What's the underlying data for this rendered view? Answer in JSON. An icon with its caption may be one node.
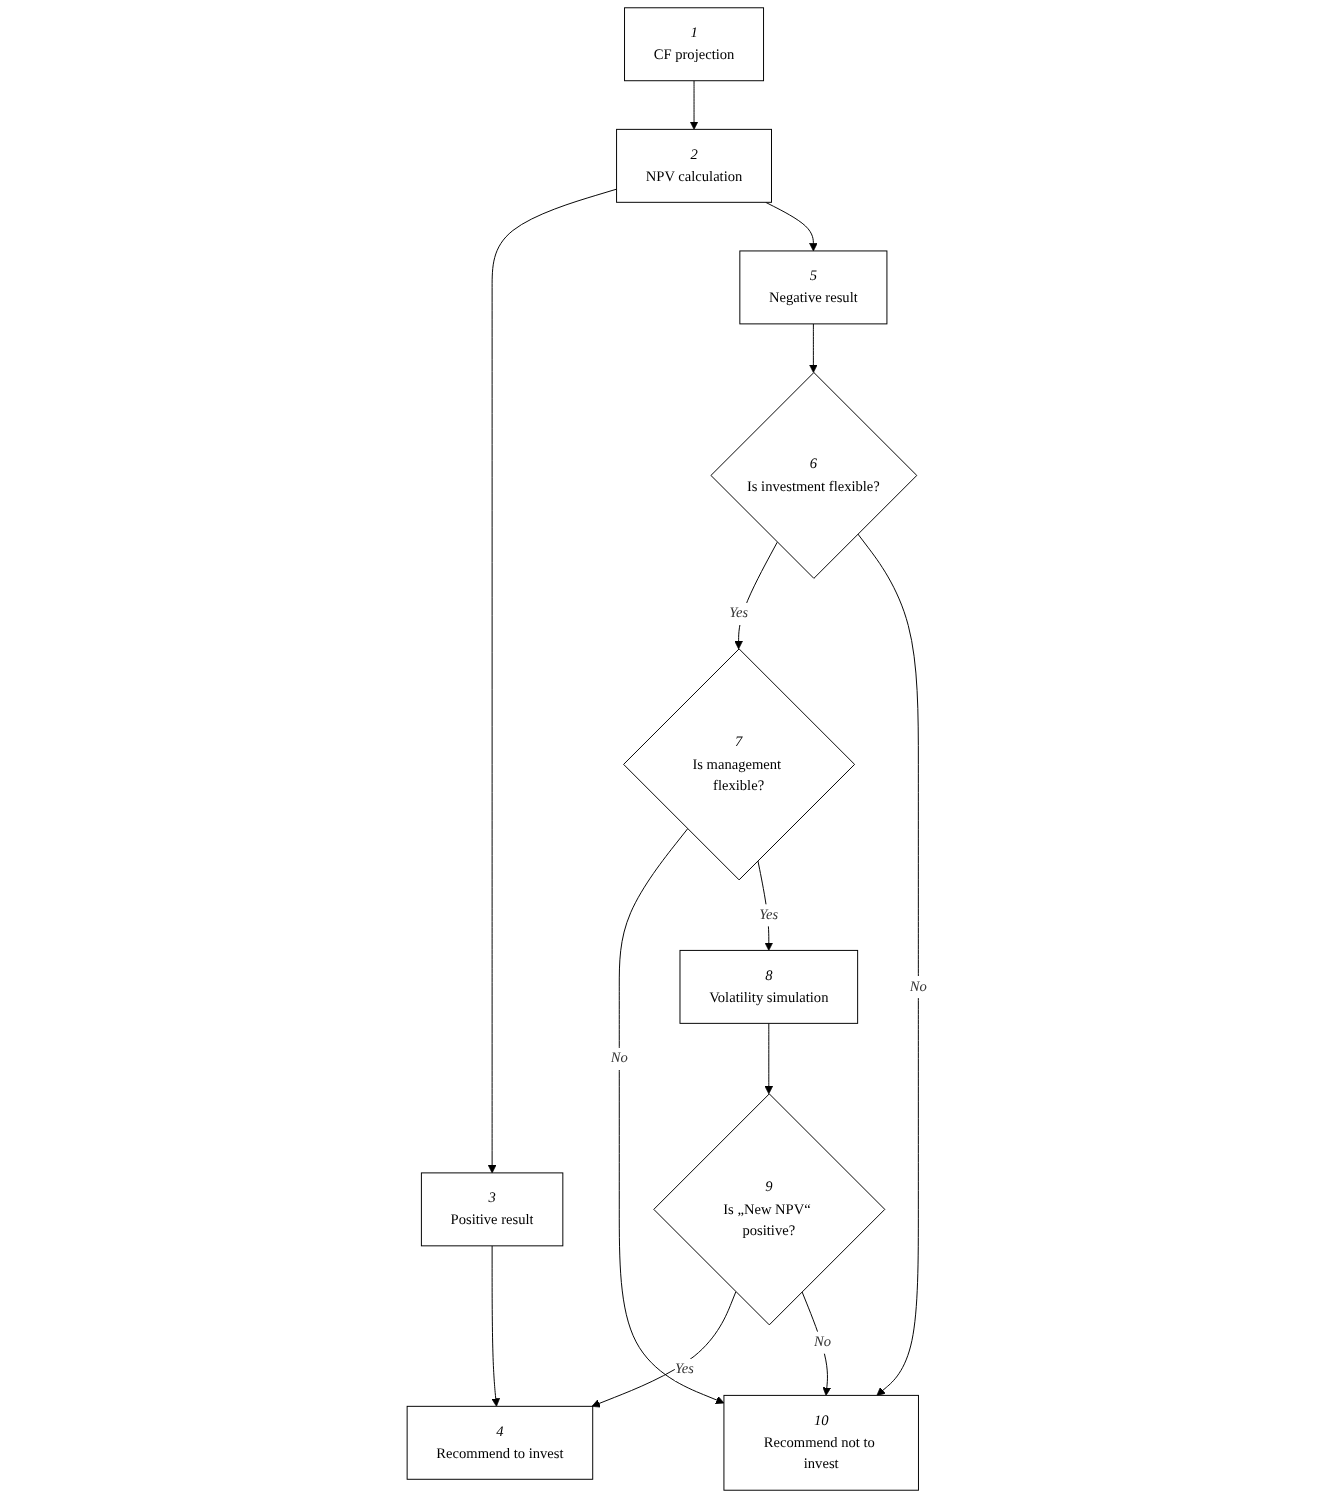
{
  "diagram": {
    "nodes": [
      {
        "text": [
          "1",
          "CF projection"
        ]
      },
      {
        "text": [
          "2",
          "NPV calculation"
        ]
      },
      {
        "text": [
          "3",
          "Positive result"
        ]
      },
      {
        "text": [
          "5",
          "Negative result"
        ]
      },
      {
        "text": [
          "6",
          "Is investment flexible?"
        ]
      },
      {
        "text": [
          "7",
          "Is management flexible?"
        ]
      },
      {
        "text": [
          "4",
          "Recommend to invest"
        ]
      },
      {
        "text": [
          "10",
          "Recommend not to invest"
        ]
      },
      {
        "text": [
          "8",
          "Volatility simulation"
        ]
      },
      {
        "text": [
          "9",
          "Is „New NPV“ positive?"
        ]
      }
    ],
    "edges": [
      {
        "from": 0,
        "to": 1,
        "arrow": "to"
      },
      {
        "from": 1,
        "to": 2,
        "arrow": "to"
      },
      {
        "from": 1,
        "to": 3,
        "arrow": "to"
      },
      {
        "from": 2,
        "to": 6,
        "arrow": "to"
      },
      {
        "from": 3,
        "to": 4,
        "arrow": "to"
      },
      {
        "from": 4,
        "to": 5,
        "label": "Yes",
        "arrow": "to"
      },
      {
        "from": 4,
        "to": 7,
        "label": "No",
        "arrow": "to"
      },
      {
        "from": 5,
        "to": 7,
        "label": "No",
        "arrow": "to"
      },
      {
        "from": 5,
        "to": 8,
        "label": "Yes",
        "arrow": "to"
      },
      {
        "from": 8,
        "to": 9,
        "arrow": "to"
      },
      {
        "from": 9,
        "to": 6,
        "label": "Yes",
        "arrow": "to"
      },
      {
        "from": 9,
        "to": 7,
        "label": "No",
        "arrow": "to"
      }
    ]
  }
}
